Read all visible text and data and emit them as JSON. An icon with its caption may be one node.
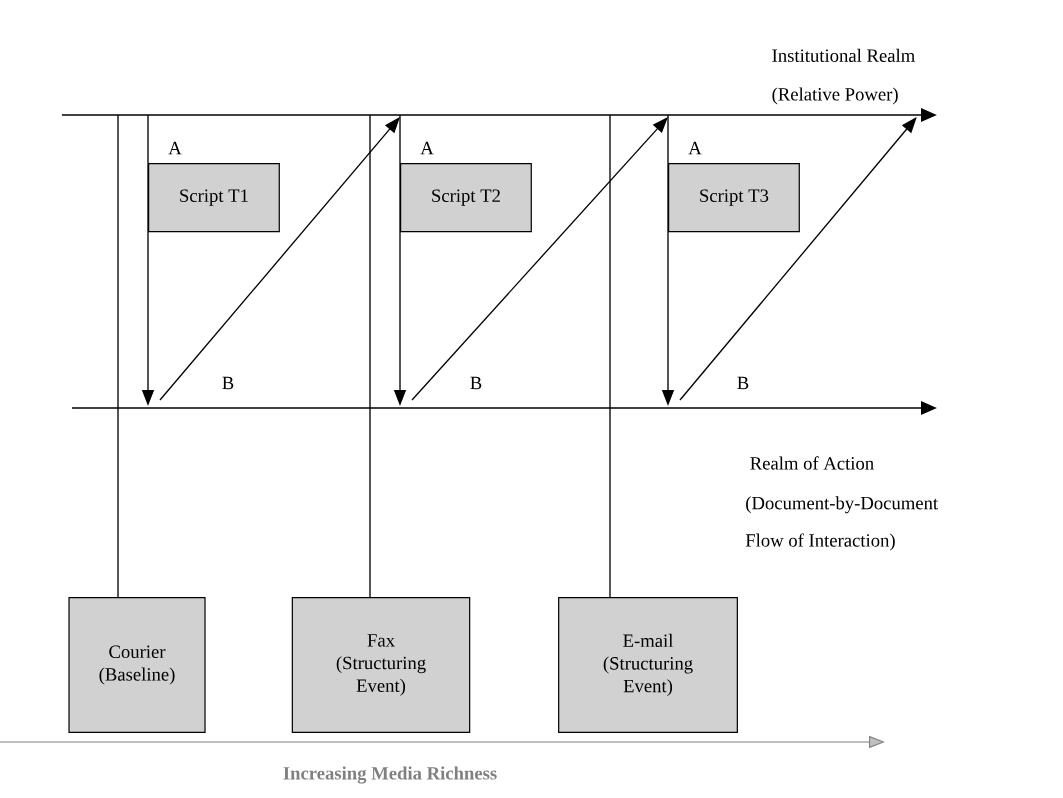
{
  "diagram": {
    "nodes": [
      {
        "text": [
          "Script T1"
        ],
        "beside": [
          "A"
        ]
      },
      {
        "text": [
          "Script T2"
        ],
        "beside": [
          "A"
        ]
      },
      {
        "text": [
          "Script T3"
        ],
        "beside": [
          "A"
        ]
      },
      {
        "text": [
          "Courier (Baseline)"
        ]
      },
      {
        "text": [
          "Fax (Structuring Event)"
        ]
      },
      {
        "text": [
          "E-mail (Structuring Event)"
        ]
      },
      {
        "text": [
          "Institutional Realm",
          "(Relative Power)"
        ]
      }
    ],
    "edges": [
      {
        "from": 0,
        "to": null,
        "arrow": "to"
      },
      {
        "from": 1,
        "to": null,
        "arrow": "to"
      },
      {
        "from": 2,
        "to": null,
        "arrow": "to"
      },
      {
        "from": null,
        "to": 1,
        "arrow": "to"
      },
      {
        "from": null,
        "to": 2,
        "arrow": "to"
      },
      {
        "from": null,
        "to": 6,
        "arrow": "to"
      },
      {
        "from": 3,
        "to": null,
        "arrow": "none"
      },
      {
        "from": 4,
        "to": null,
        "arrow": "none"
      },
      {
        "from": 5,
        "to": null,
        "arrow": "none"
      }
    ],
    "labels": [
      "B",
      "B",
      "B",
      "Realm of Action",
      "(Document-by-Document Flow of Interaction)",
      "Increasing Media Richness"
    ]
  }
}
